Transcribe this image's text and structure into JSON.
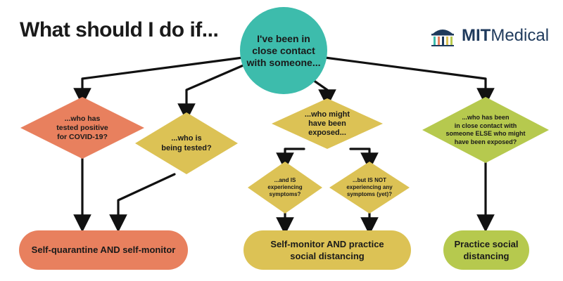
{
  "title": "What should I do if...",
  "logo": {
    "text_bold": "MIT",
    "text_regular": "Medical"
  },
  "colors": {
    "teal": "#3dbcac",
    "coral": "#e8805e",
    "mustard": "#dcc255",
    "lime": "#b6c94e",
    "arrow": "#111111"
  },
  "nodes": {
    "start": "I've been in\nclose contact\nwith someone...",
    "q_positive": "...who has\ntested positive\nfor COVID-19?",
    "q_tested": "...who is\nbeing tested?",
    "q_exposed": "...who might\nhave been\nexposed...",
    "q_contact_else": "...who has been\nin close contact with\nsomeone ELSE who might\nhave been exposed?",
    "q_symptoms": "...and IS\nexperiencing\nsymptoms?",
    "q_no_symptoms": "...but IS NOT\nexperiencing any\nsymptoms (yet)?",
    "a_quarantine": "Self-quarantine AND self-monitor",
    "a_monitor_distance": "Self-monitor AND practice\nsocial distancing",
    "a_distance": "Practice social\ndistancing"
  }
}
